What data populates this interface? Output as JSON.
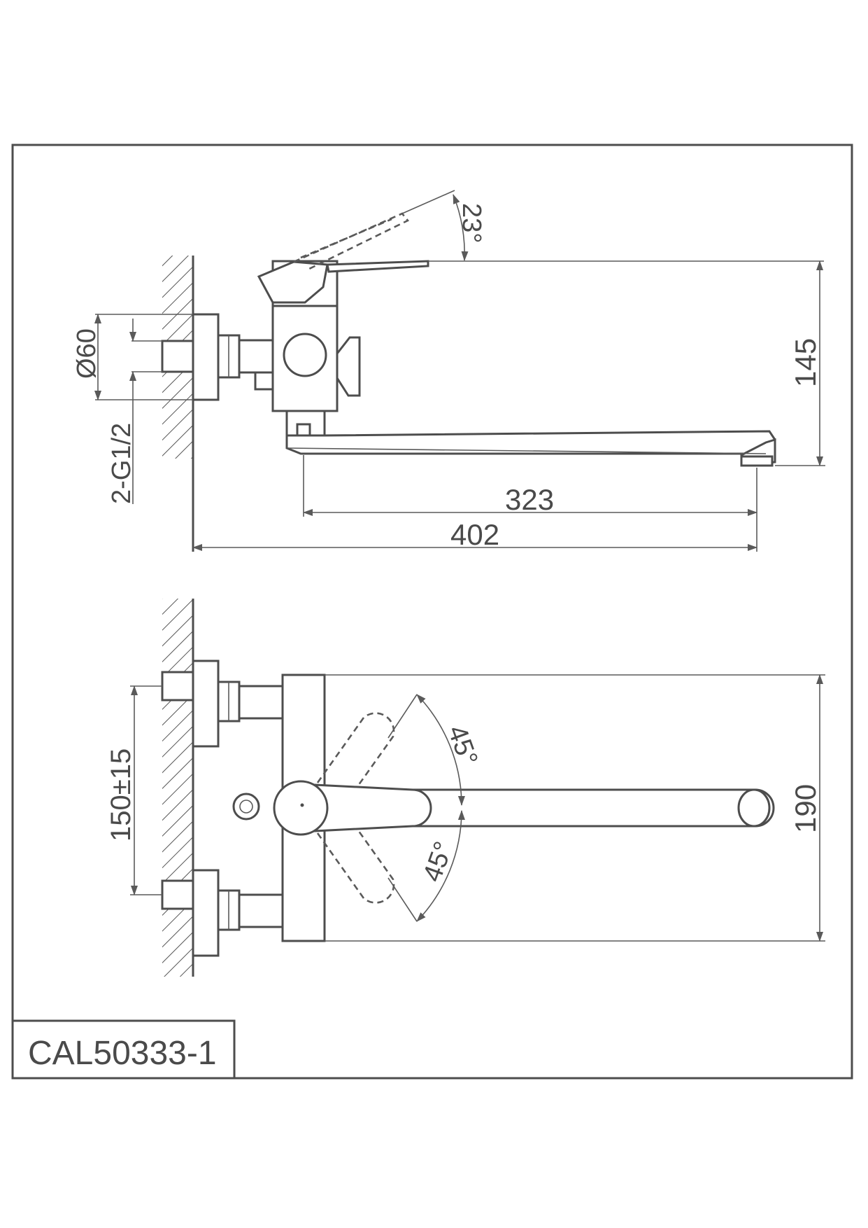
{
  "model_code": "CAL50333-1",
  "side_view": {
    "handle_angle": "23°",
    "flange_diameter": "Ø60",
    "thread": "2-G1/2",
    "height": "145",
    "spout_reach": "323",
    "overall_length": "402"
  },
  "top_view": {
    "angle_upper": "45°",
    "angle_lower": "45°",
    "inlet_spacing": "150±15",
    "body_width": "190"
  },
  "colors": {
    "line": "#4d4d4d",
    "text": "#4a4a4a",
    "background": "#ffffff"
  }
}
